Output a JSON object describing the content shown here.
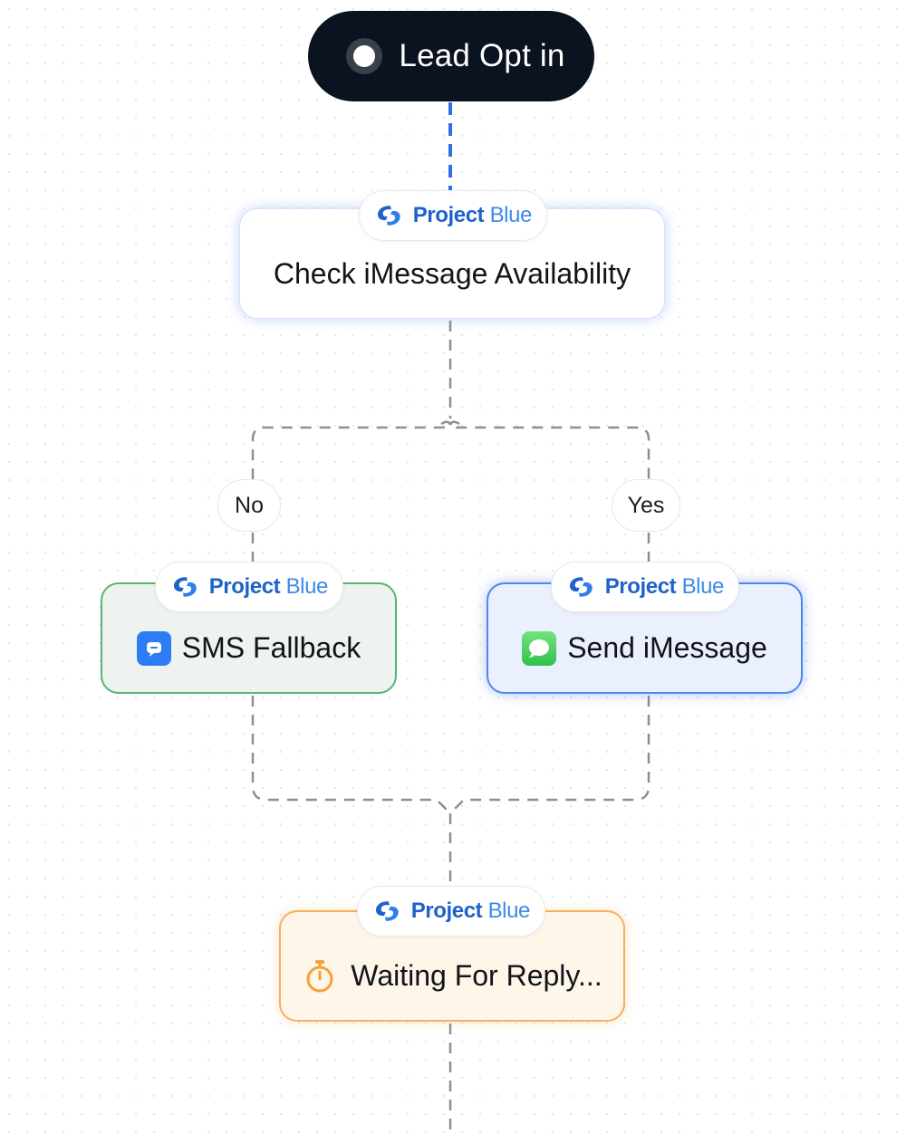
{
  "trigger": {
    "label": "Lead Opt in"
  },
  "brand": {
    "name_strong": "Project",
    "name_light": "Blue"
  },
  "nodes": {
    "check": {
      "title": "Check iMessage Availability"
    },
    "sms": {
      "title": "SMS Fallback",
      "icon": "sms-chat-icon"
    },
    "imessage": {
      "title": "Send iMessage",
      "icon": "imessage-bubble-icon"
    },
    "wait": {
      "title": "Waiting For Reply...",
      "icon": "stopwatch-icon"
    }
  },
  "branches": {
    "no": "No",
    "yes": "Yes"
  },
  "colors": {
    "trigger_bg": "#0b1220",
    "brand_blue": "#1f63c8",
    "sms_border": "#57b66e",
    "imessage_border": "#4f87ef",
    "wait_border": "#f4b25f",
    "active_connector": "#2f6fe8",
    "connector": "#8a8f98"
  }
}
